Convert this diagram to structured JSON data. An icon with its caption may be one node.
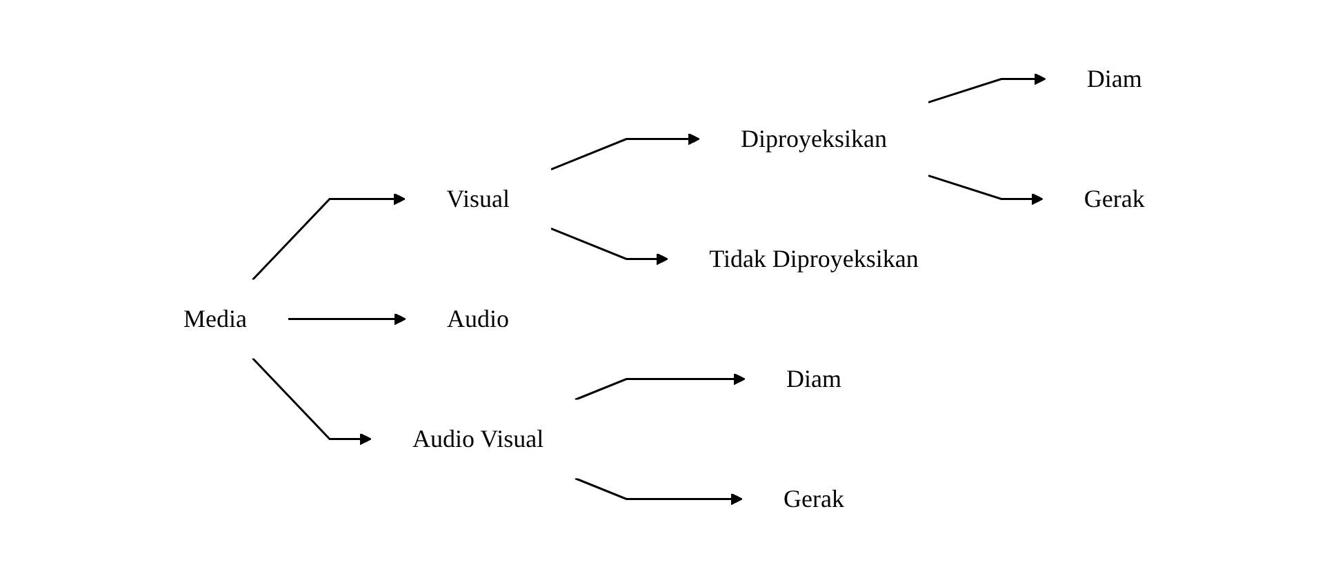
{
  "diagram": {
    "nodes": [
      {
        "text": [
          "Media"
        ]
      },
      {
        "text": [
          "Visual"
        ]
      },
      {
        "text": [
          "Audio"
        ]
      },
      {
        "text": [
          "Audio Visual"
        ]
      },
      {
        "text": [
          "Diproyeksikan"
        ]
      },
      {
        "text": [
          "Tidak Diproyeksikan"
        ]
      },
      {
        "text": [
          "Diam"
        ]
      },
      {
        "text": [
          "Gerak"
        ]
      },
      {
        "text": [
          "Diam"
        ]
      },
      {
        "text": [
          "Gerak"
        ]
      }
    ],
    "edges": [
      {
        "from": 0,
        "to": 1,
        "arrow": "to"
      },
      {
        "from": 0,
        "to": 2,
        "arrow": "to"
      },
      {
        "from": 0,
        "to": 3,
        "arrow": "to"
      },
      {
        "from": 1,
        "to": 4,
        "arrow": "to"
      },
      {
        "from": 1,
        "to": 5,
        "arrow": "to"
      },
      {
        "from": 4,
        "to": 6,
        "arrow": "to"
      },
      {
        "from": 4,
        "to": 7,
        "arrow": "to"
      },
      {
        "from": 3,
        "to": 8,
        "arrow": "to"
      },
      {
        "from": 3,
        "to": 9,
        "arrow": "to"
      }
    ]
  }
}
